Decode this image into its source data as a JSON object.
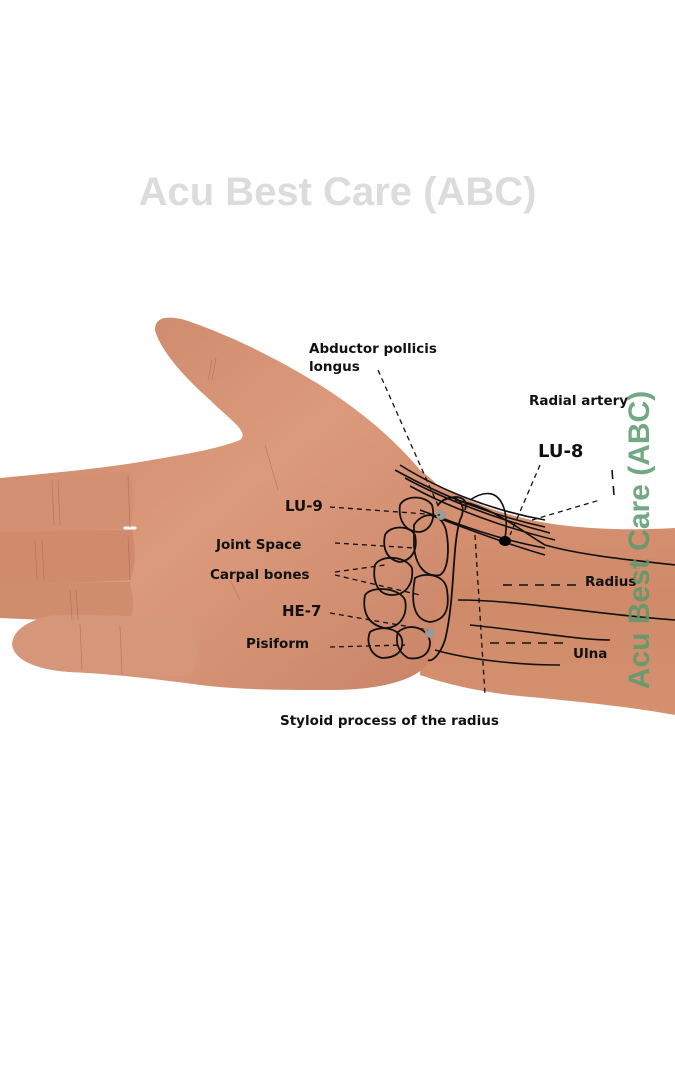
{
  "watermark": {
    "top_text": "Acu Best Care (ABC)",
    "side_text": "Acu Best Care (ABC)",
    "top_color": "#dcdcdc",
    "side_color": "#5a9a6e"
  },
  "figure": {
    "subject": "Palmar view of right hand and wrist with acupuncture points",
    "skin_color": "#d39072",
    "point_marker_color": "#9a9a9a",
    "lu8_marker_color": "#000000"
  },
  "labels": {
    "abductor": "Abductor pollicis",
    "abductor_line2": "longus",
    "radial_artery": "Radial artery",
    "lu8": "LU-8",
    "lu9": "LU-9",
    "joint_space": "Joint Space",
    "carpal_bones": "Carpal bones",
    "radius": "Radius",
    "he7": "HE-7",
    "pisiform": "Pisiform",
    "ulna": "Ulna",
    "styloid": "Styloid process of the radius"
  }
}
